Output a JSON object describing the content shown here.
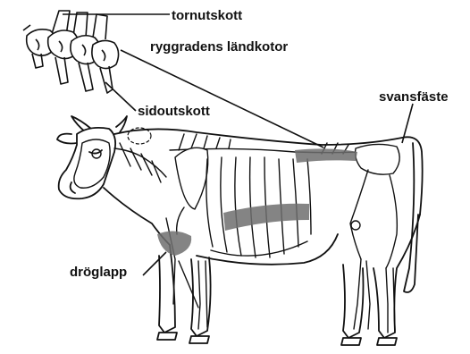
{
  "labels": {
    "tornutskott": "tornutskott",
    "ryggradens_landkotor": "ryggradens ländkotor",
    "sidoutskott": "sidoutskott",
    "svansfaste": "svansfäste",
    "droglapp": "dröglapp"
  },
  "colors": {
    "line": "#111111",
    "highlight": "#6f6f6f",
    "background": "#ffffff"
  }
}
